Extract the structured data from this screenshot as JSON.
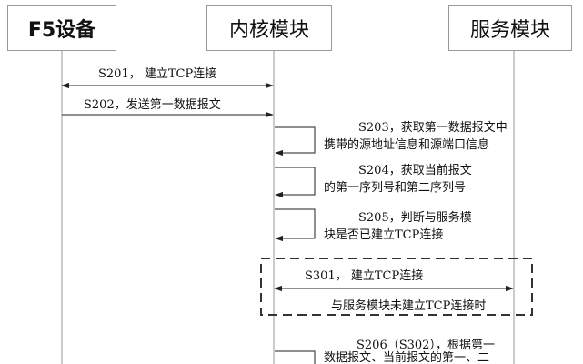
{
  "participants": {
    "f5": "F5设备",
    "kernel": "内核模块",
    "service": "服务模块"
  },
  "messages": {
    "s201": "S201，   建立TCP连接",
    "s202": "S202，发送第一数据报文",
    "s203_line1": "S203，获取第一数据报文中",
    "s203_line2": "携带的源地址信息和源端口信息",
    "s204_line1": "S204，获取当前报文",
    "s204_line2": "的第一序列号和第二序列号",
    "s205_line1": "S205，判断与服务模",
    "s205_line2": "块是否已建立TCP连接",
    "s301": "S301，    建立TCP连接",
    "condition": "与服务模块未建立TCP连接时",
    "s206_line1": "S206（S302），根据第一",
    "s206_line2": "数据报文、当前报文的第一、二"
  },
  "colors": {
    "lifeline": "#9a9a9a",
    "arrow": "#222222",
    "frame": "#333333"
  }
}
